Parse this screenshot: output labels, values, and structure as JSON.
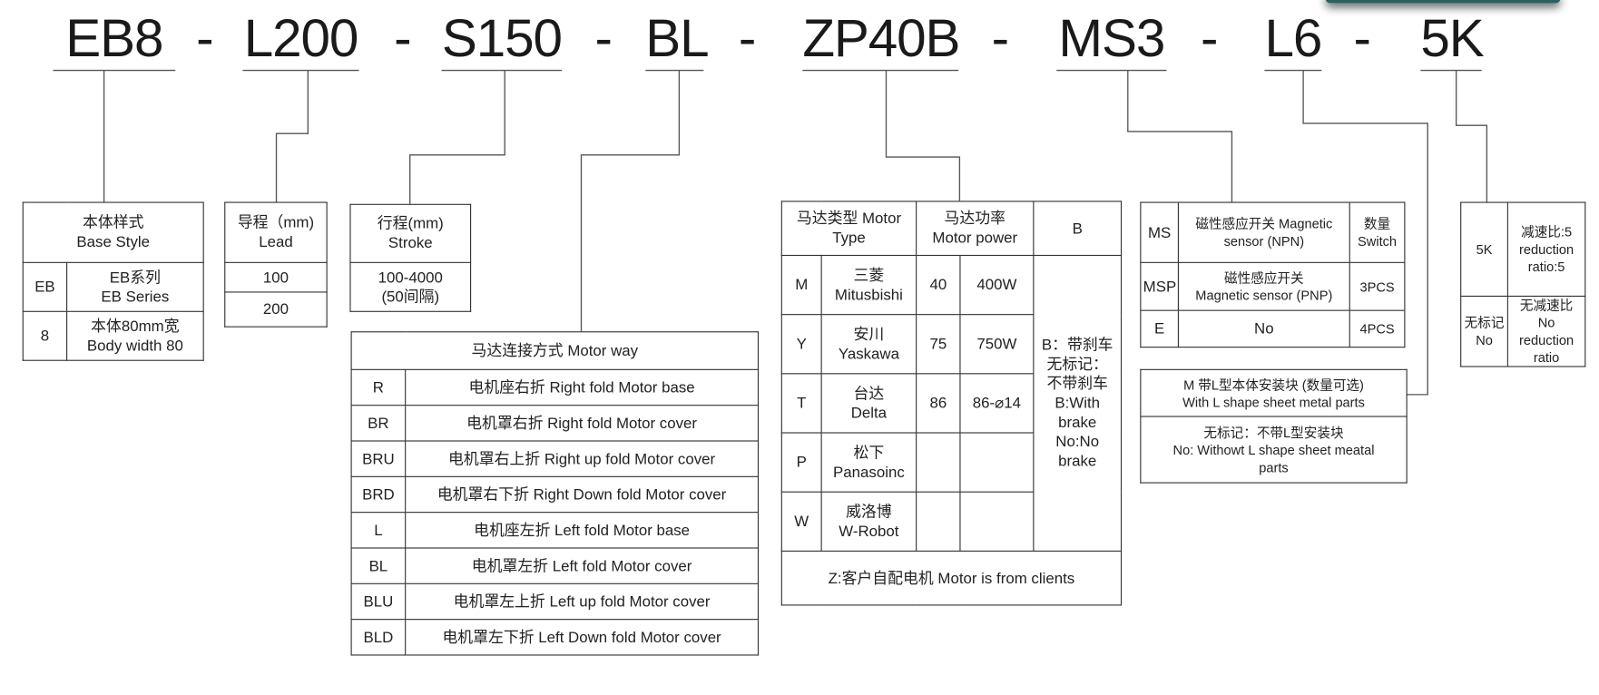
{
  "model_code": {
    "segments": [
      "EB8",
      "L200",
      "S150",
      "BL",
      "ZP40B",
      "MS3",
      "L6",
      "5K"
    ],
    "separator": "-"
  },
  "base_style": {
    "header": "本体样式\nBase   Style",
    "rows": [
      {
        "code": "EB",
        "desc": "EB系列\nEB  Series"
      },
      {
        "code": "8",
        "desc": "本体80mm宽\nBody width 80"
      }
    ]
  },
  "lead": {
    "header": "导程（mm)\nLead",
    "values": [
      "100",
      "200"
    ]
  },
  "stroke": {
    "header": "行程(mm)\nStroke",
    "value": "100-4000\n(50间隔)"
  },
  "motor_way": {
    "header": "马达连接方式      Motor  way",
    "rows": [
      {
        "code": "R",
        "desc": "电机座右折    Right fold Motor base"
      },
      {
        "code": "BR",
        "desc": "电机罩右折    Right fold Motor cover"
      },
      {
        "code": "BRU",
        "desc": "电机罩右上折    Right up fold Motor cover"
      },
      {
        "code": "BRD",
        "desc": "电机罩右下折 Right Down fold Motor cover"
      },
      {
        "code": "L",
        "desc": "电机座左折    Left fold Motor base"
      },
      {
        "code": "BL",
        "desc": "电机罩左折    Left fold Motor cover"
      },
      {
        "code": "BLU",
        "desc": "电机罩左上折   Left up fold Motor cover"
      },
      {
        "code": "BLD",
        "desc": "电机罩左下折  Left Down fold Motor cover"
      }
    ]
  },
  "motor": {
    "header_type": "马达类型  Motor\nType",
    "header_power": "马达功率\nMotor power",
    "header_brake": "B",
    "brake_desc": "B：带刹车\n无标记：\n不带刹车\nB:With\nbrake\nNo:No\nbrake",
    "rows": [
      {
        "code": "M",
        "brand": "三菱\nMitusbishi",
        "size": "40",
        "power": "400W"
      },
      {
        "code": "Y",
        "brand": "安川\nYaskawa",
        "size": "75",
        "power": "750W"
      },
      {
        "code": "T",
        "brand": "台达\nDelta",
        "size": "86",
        "power": "86-⌀14"
      },
      {
        "code": "P",
        "brand": "松下\nPanasoinc",
        "size": "",
        "power": ""
      },
      {
        "code": "W",
        "brand": "威洛博\nW-Robot",
        "size": "",
        "power": ""
      }
    ],
    "footer": "Z:客户自配电机    Motor is from clients"
  },
  "sensor": {
    "rows": [
      {
        "code": "MS",
        "desc": "磁性感应开关 Magnetic\nsensor (NPN)",
        "qty": "数量\nSwitch"
      },
      {
        "code": "MSP",
        "desc": "磁性感应开关\nMagnetic sensor (PNP)",
        "qty": "3PCS"
      },
      {
        "code": "E",
        "desc": "No",
        "qty": "4PCS"
      }
    ]
  },
  "l_block": {
    "with": "M 带L型本体安装块         (数量可选)\nWith L shape sheet metal parts",
    "without": "无标记：不带L型安装块\nNo: Withowt L shape sheet meatal\nparts"
  },
  "reduction": {
    "rows": [
      {
        "code": "5K",
        "desc": "减速比:5\nreduction\nratio:5"
      },
      {
        "code": "无标记\nNo",
        "desc": "无减速比\nNo\nreduction\nratio"
      }
    ]
  }
}
